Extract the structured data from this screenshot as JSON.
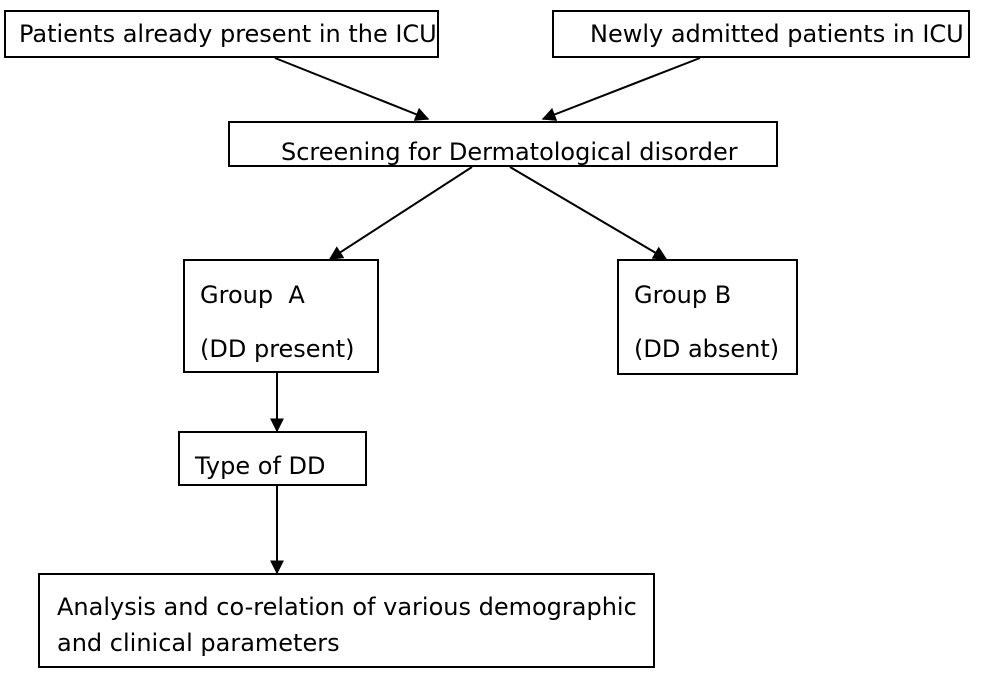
{
  "boxes": {
    "existing_patients": "Patients already present in the ICU",
    "new_patients": "Newly admitted patients in ICU",
    "screening": "Screening for Dermatological disorder",
    "group_a_title": "Group  A",
    "group_a_sub": "(DD present)",
    "group_b_title": "Group B",
    "group_b_sub": "(DD absent)",
    "type_of_dd": "Type of DD",
    "analysis_line1": "Analysis and co-relation of various demographic",
    "analysis_line2": "and clinical parameters"
  },
  "colors": {
    "stroke": "#000000",
    "background": "#ffffff"
  }
}
